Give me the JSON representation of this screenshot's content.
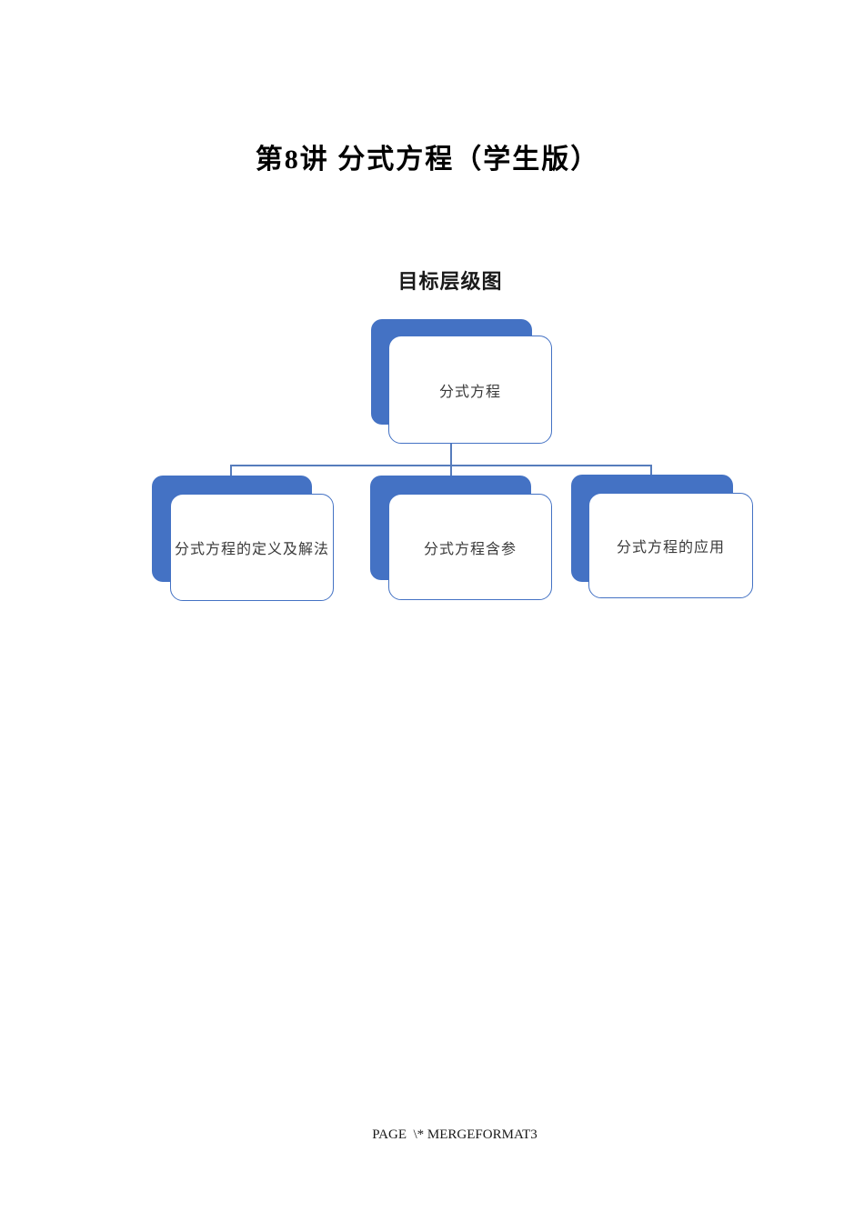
{
  "page": {
    "title": "第8讲 分式方程（学生版）",
    "footer": "PAGE  \\* MERGEFORMAT3"
  },
  "diagram": {
    "heading": "目标层级图",
    "root": {
      "label": "分式方程"
    },
    "children": [
      {
        "label": "分式方程的定义及解法"
      },
      {
        "label": "分式方程含参"
      },
      {
        "label": "分式方程的应用"
      }
    ],
    "colors": {
      "accent_fill": "#4472C4",
      "box_border": "#4472C4",
      "box_background": "#FFFFFF",
      "connector": "#567CBC",
      "text": "#3A3A3A"
    }
  }
}
